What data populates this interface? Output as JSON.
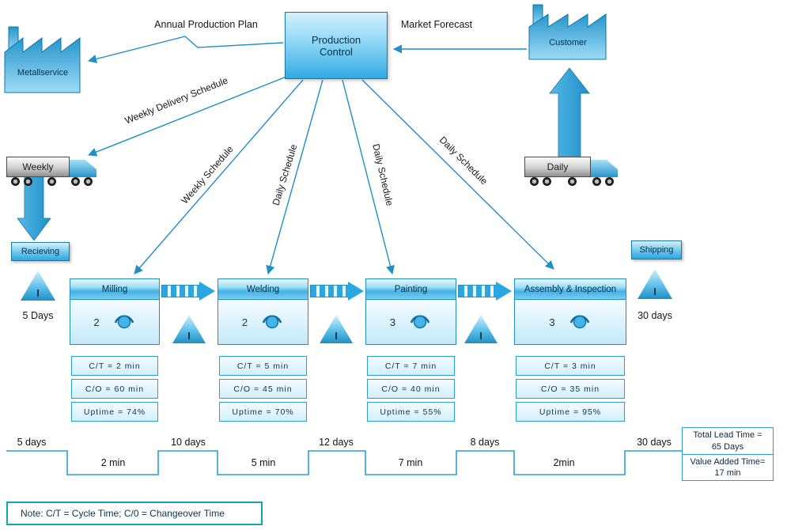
{
  "supplier": {
    "name": "Metallservice"
  },
  "customer": {
    "name": "Customer"
  },
  "production_control": {
    "label": "Production Control"
  },
  "labels": {
    "annual_production_plan": "Annual Production Plan",
    "market_forecast": "Market Forecast",
    "weekly_delivery_schedule": "Weekly Delivery Schedule",
    "weekly_schedule": "Weekly Schedule",
    "daily_schedule_1": "Daily Schedule",
    "daily_schedule_2": "Daily Schedule",
    "daily_schedule_3": "Daily Schedule"
  },
  "shipments": {
    "inbound": "Weekly",
    "outbound": "Daily"
  },
  "stations": {
    "receiving": "Recieving",
    "shipping": "Shipping"
  },
  "inventories": [
    {
      "symbol": "I",
      "time": "5 Days"
    },
    {
      "symbol": "I"
    },
    {
      "symbol": "I"
    },
    {
      "symbol": "I"
    },
    {
      "symbol": "I",
      "time": "30 days"
    }
  ],
  "processes": [
    {
      "name": "Milling",
      "operators": "2",
      "cycle_time": "C/T = 2 min",
      "changeover": "C/O = 60 min",
      "uptime": "Uptime = 74%"
    },
    {
      "name": "Welding",
      "operators": "2",
      "cycle_time": "C/T = 5 min",
      "changeover": "C/O = 45 min",
      "uptime": "Uptime = 70%"
    },
    {
      "name": "Painting",
      "operators": "3",
      "cycle_time": "C/T = 7 min",
      "changeover": "C/O = 40 min",
      "uptime": "Uptime = 55%"
    },
    {
      "name": "Assembly & Inspection",
      "operators": "3",
      "cycle_time": "C/T = 3 min",
      "changeover": "C/O = 35 min",
      "uptime": "Uptime = 95%"
    }
  ],
  "timeline": {
    "wait_times": [
      "5 days",
      "10 days",
      "12 days",
      "8 days",
      "30 days"
    ],
    "process_times": [
      "2 min",
      "5 min",
      "7 min",
      "2min"
    ],
    "total_lead_time": "Total Lead Time = 65 Days",
    "value_added_time": "Value Added Time= 17 min"
  },
  "note": "Note: C/T = Cycle Time; C/0 = Changeover Time",
  "colors": {
    "accent": "#29a8e0",
    "accent_dark": "#1778a8",
    "note_border": "#12a5ad"
  }
}
